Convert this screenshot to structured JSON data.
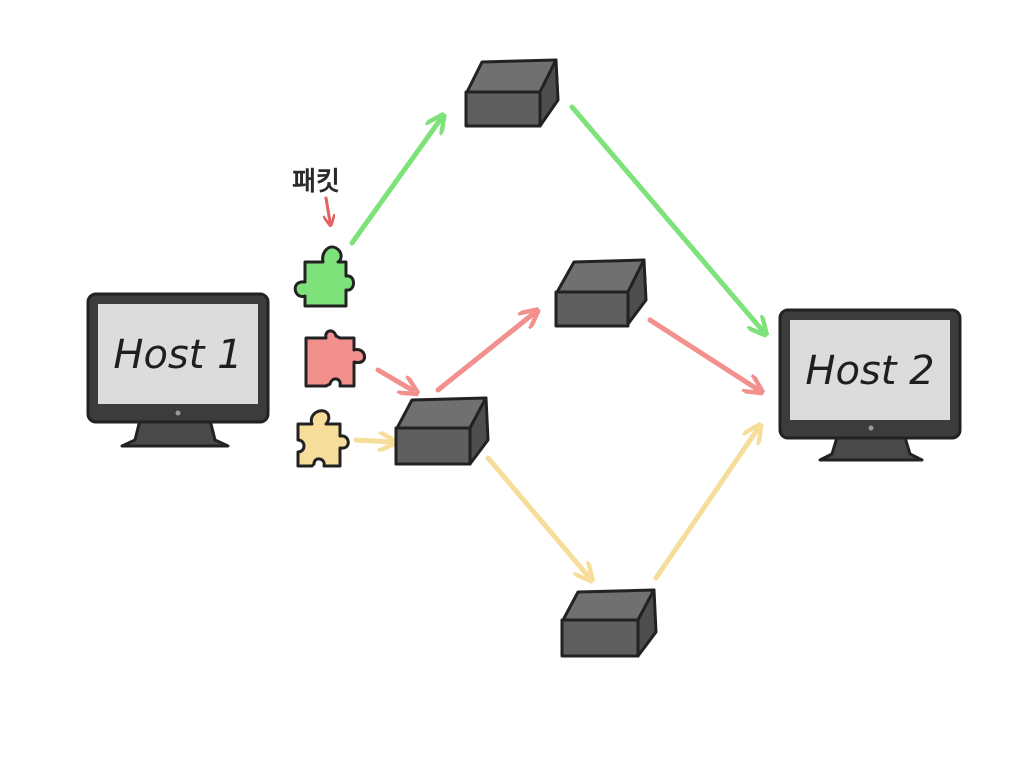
{
  "hosts": {
    "source": {
      "label": "Host 1"
    },
    "destination": {
      "label": "Host 2"
    }
  },
  "packet_annotation": "패킷",
  "colors": {
    "green": "#7ee27a",
    "red": "#f2908e",
    "yellow": "#f7dd9a",
    "router_fill": "#5f5f5f",
    "router_top": "#6e6e6e",
    "router_edge": "#222222",
    "monitor_body": "#3c3c3c",
    "screen": "#dcdcdc"
  },
  "packets": [
    {
      "color": "green",
      "icon": "puzzle-piece-icon"
    },
    {
      "color": "red",
      "icon": "puzzle-piece-icon"
    },
    {
      "color": "yellow",
      "icon": "puzzle-piece-icon"
    }
  ],
  "routes": [
    {
      "color": "green",
      "path": "Host 1 → top router → Host 2"
    },
    {
      "color": "red",
      "path": "Host 1 → center router → upper-middle router → Host 2"
    },
    {
      "color": "yellow",
      "path": "Host 1 → center router → bottom router → Host 2"
    }
  ]
}
